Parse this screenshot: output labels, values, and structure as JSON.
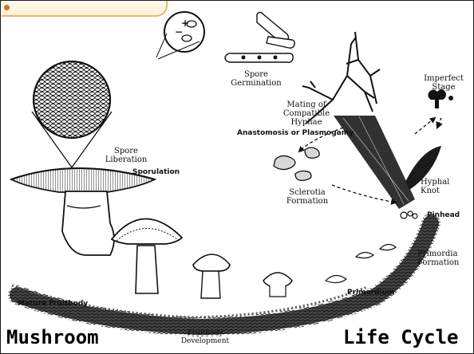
{
  "title": {
    "left": "Mushroom",
    "right": "Life Cycle"
  },
  "labels": {
    "spore_germination": [
      "Spore",
      "Germination"
    ],
    "imperfect_stage": [
      "Imperfect",
      "Stage"
    ],
    "mating": [
      "Mating of",
      "Compatible",
      "Hyphae"
    ],
    "anastomosis": "Anastomosis or Plasmogamy",
    "spore_liberation": [
      "Spore",
      "Liberation"
    ],
    "sporulation": "Sporulation",
    "sclerotia": [
      "Sclerotia",
      "Formation"
    ],
    "hyphal_knot": [
      "Hyphal",
      "Knot"
    ],
    "pinhead": "Pinhead",
    "primordia_formation": [
      "Primordia",
      "Formation"
    ],
    "primordium": "Primordium",
    "mature_fruitbody": "Mature Fruitbody",
    "fruitbody_development": [
      "Fruitbody",
      "Development"
    ],
    "mating_types": {
      "plus": "+",
      "minus": "−"
    }
  },
  "colors": {
    "ink": "#111111",
    "accent": "#e4b870",
    "accent_dot": "#c8781c",
    "background": "#ffffff"
  }
}
